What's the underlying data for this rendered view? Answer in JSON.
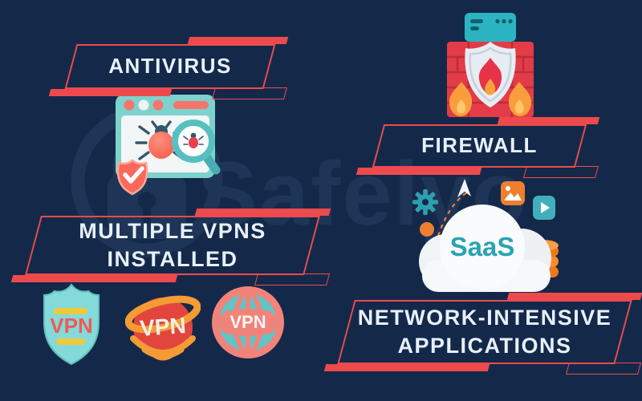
{
  "page": {
    "background_color": "#14294a",
    "accent_color": "#ee4a4d",
    "label_text_color": "#e8f0fb",
    "watermark_color": "#1e3557"
  },
  "watermark": {
    "brand": "Safelyo",
    "icon": "padlock-circle-icon"
  },
  "sections": {
    "antivirus": {
      "label": "ANTIVIRUS",
      "icon": "browser-malware-scan-icon"
    },
    "firewall": {
      "label": "FIREWALL",
      "icon": "firewall-shield-flame-icon"
    },
    "multiple_vpns": {
      "label": "MULTIPLE VPNS INSTALLED",
      "icons": [
        {
          "name": "vpn-shield-icon",
          "label": "VPN"
        },
        {
          "name": "vpn-globe-wireframe-icon",
          "label": "VPN"
        },
        {
          "name": "vpn-globe-grid-icon",
          "label": "VPN"
        }
      ]
    },
    "network_apps": {
      "label": "NETWORK-INTENSIVE APPLICATIONS",
      "icon": "saas-cloud-icon",
      "cloud_label": "SaaS"
    }
  }
}
